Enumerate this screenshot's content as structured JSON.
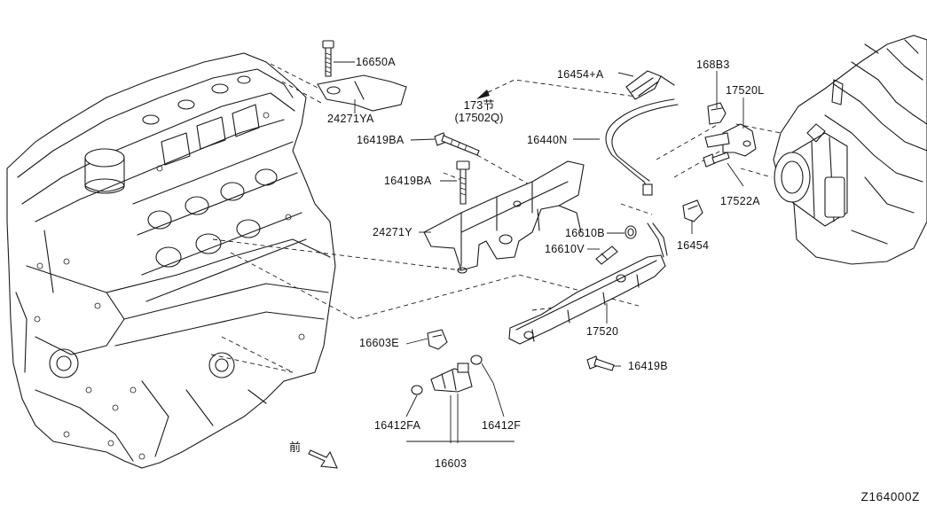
{
  "parts": {
    "p16650A": "16650A",
    "p24271YA": "24271YA",
    "p16419BA_1": "16419BA",
    "p16419BA_2": "16419BA",
    "p24271Y": "24271Y",
    "p16454A": "16454+A",
    "p16440N": "16440N",
    "p16883": "168B3",
    "p17520L": "17520L",
    "p17522A": "17522A",
    "p16454": "16454",
    "p16610B": "16610B",
    "p16610V": "16610V",
    "p17520": "17520",
    "p16419B": "16419B",
    "p16603E": "16603E",
    "p16412FA": "16412FA",
    "p16412F": "16412F",
    "p16603": "16603"
  },
  "reference": {
    "section": "173节",
    "code": "(17502Q)"
  },
  "front_label": "前",
  "diagram_id": "Z164000Z"
}
